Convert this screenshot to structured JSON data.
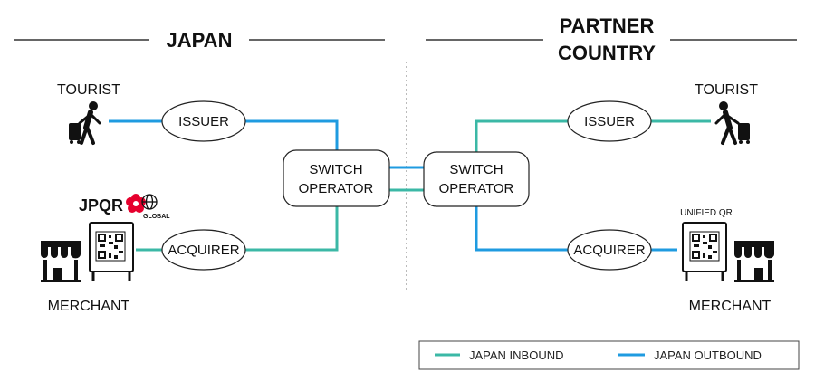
{
  "sections": {
    "left": {
      "title": "JAPAN"
    },
    "right": {
      "title_line1": "PARTNER",
      "title_line2": "COUNTRY"
    }
  },
  "left": {
    "tourist_label": "TOURIST",
    "issuer": "ISSUER",
    "acquirer": "ACQUIRER",
    "switch_line1": "SWITCH",
    "switch_line2": "OPERATOR",
    "merchant_label": "MERCHANT",
    "qr_brand": "JPQR",
    "qr_brand_sub": "GLOBAL"
  },
  "right": {
    "tourist_label": "TOURIST",
    "issuer": "ISSUER",
    "acquirer": "ACQUIRER",
    "switch_line1": "SWITCH",
    "switch_line2": "OPERATOR",
    "merchant_label": "MERCHANT",
    "qr_caption": "UNIFIED QR"
  },
  "legend": {
    "inbound": "JAPAN INBOUND",
    "outbound": "JAPAN OUTBOUND"
  },
  "colors": {
    "inbound": "#3bb8a6",
    "outbound": "#1f9be0",
    "jpqr_flower": "#e6002d"
  }
}
